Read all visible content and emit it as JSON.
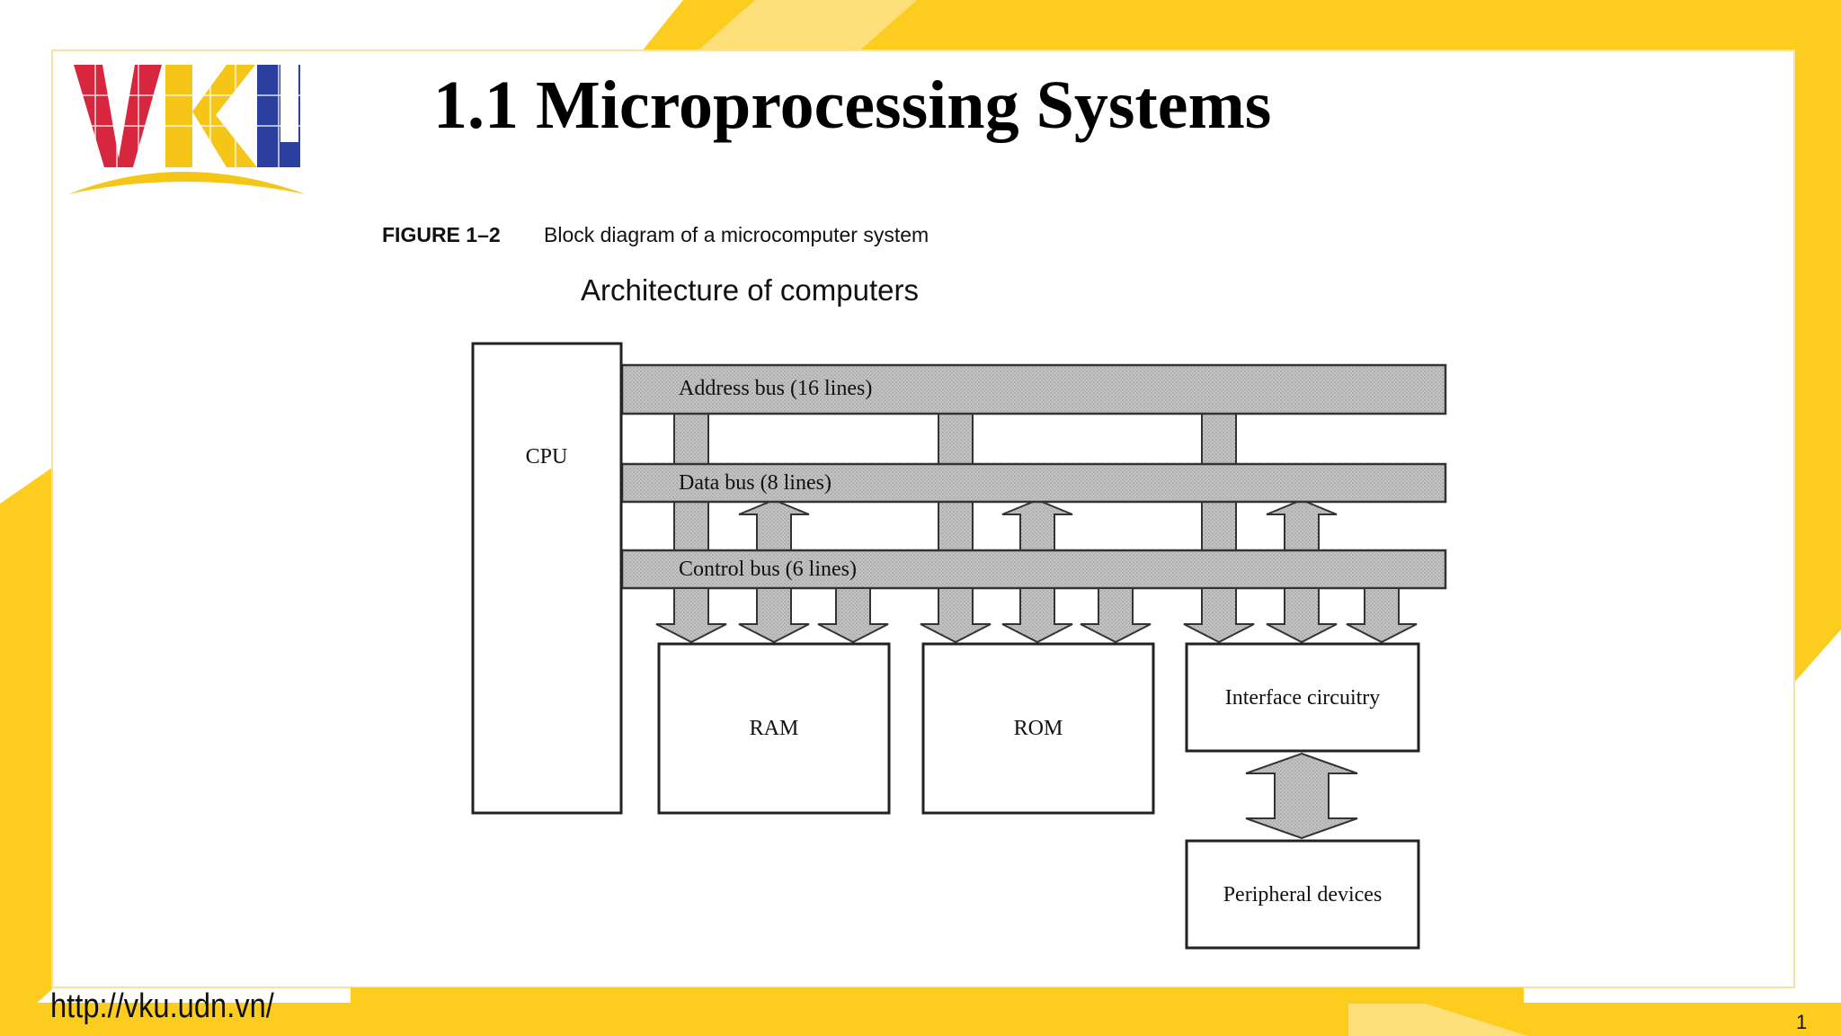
{
  "slide": {
    "title": "1.1 Microprocessing Systems",
    "url": "http://vku.udn.vn/",
    "page_number": "1",
    "logo_text": "VKU"
  },
  "figure": {
    "label": "FIGURE 1–2",
    "caption": "Block diagram of a microcomputer system",
    "heading": "Architecture of computers"
  },
  "diagram": {
    "cpu": "CPU",
    "buses": {
      "address": "Address bus (16 lines)",
      "data": "Data bus (8 lines)",
      "control": "Control bus (6 lines)"
    },
    "blocks": {
      "ram": "RAM",
      "rom": "ROM",
      "interface": "Interface circuitry",
      "peripheral": "Peripheral devices"
    }
  },
  "colors": {
    "accent_yellow": "#fccd1f",
    "logo_red": "#d7263d",
    "logo_yellow": "#f5c518",
    "logo_blue": "#2b3f9e",
    "bus_gray": "#b9b9b9"
  }
}
